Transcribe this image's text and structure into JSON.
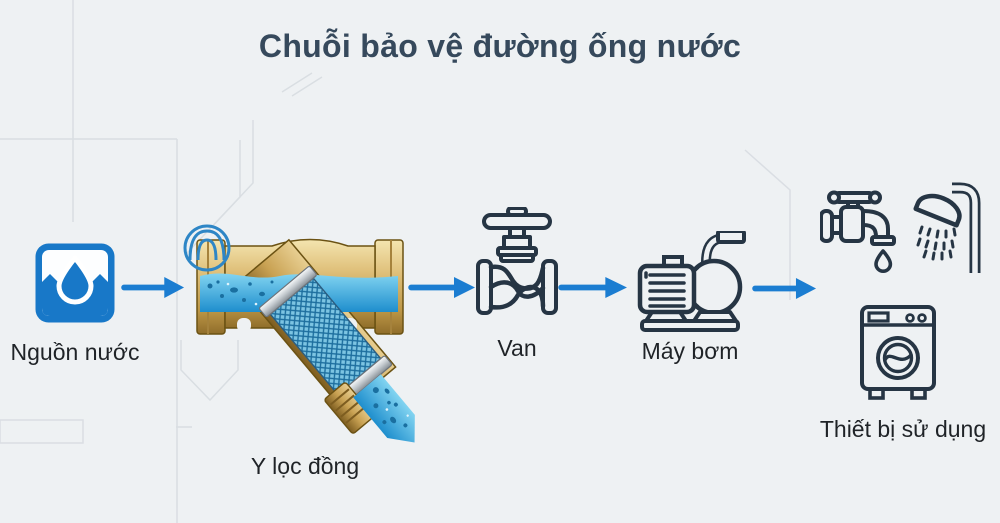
{
  "title": "Chuỗi bảo vệ đường ống nước",
  "flow": {
    "source": {
      "label": "Nguồn nước"
    },
    "strainer": {
      "label": "Y lọc đồng"
    },
    "valve": {
      "label": "Van"
    },
    "pump": {
      "label": "Máy bơm"
    },
    "devices": {
      "label": "Thiết bị sử dụng"
    }
  },
  "icons": [
    "water-source-icon",
    "brand-logo-icon",
    "y-strainer-illustration",
    "flow-arrow-icon",
    "valve-icon",
    "pump-icon",
    "faucet-icon",
    "shower-icon",
    "washing-machine-icon"
  ],
  "colors": {
    "background": "#eef1f3",
    "title_text": "#36495c",
    "label_text": "#1f2327",
    "accent_blue": "#1b7dd1",
    "source_blue": "#1878c8",
    "icon_stroke": "#263544",
    "brass": "#d9bc72",
    "water_blue": "#2f9fdc"
  }
}
